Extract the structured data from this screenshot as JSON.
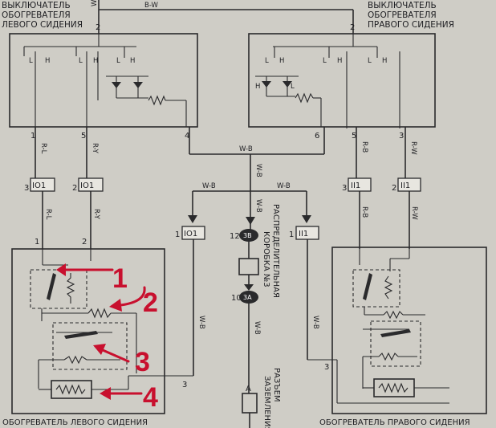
{
  "top_wires": {
    "left": "W",
    "right": "B-W"
  },
  "left_switch": {
    "title_l1": "ВЫКЛЮЧАТЕЛЬ",
    "title_l2": "ОБОГРЕВАТЕЛЯ",
    "title_l3": "ЛЕВОГО СИДЕНИЯ"
  },
  "right_switch": {
    "title_l1": "ВЫКЛЮЧАТЕЛЬ",
    "title_l2": "ОБОГРЕВАТЕЛЯ",
    "title_l3": "ПРАВОГО СИДЕНИЯ"
  },
  "switch_labels": {
    "L": "L",
    "H": "H"
  },
  "pins": {
    "p1": "1",
    "p2": "2",
    "p3": "3",
    "p4": "4",
    "p5": "5",
    "p6": "6"
  },
  "wires": {
    "rl": "R-L",
    "ry": "R-Y",
    "wb": "W-B",
    "rb": "R-B",
    "rw": "R-W"
  },
  "connectors": {
    "io1": "IO1",
    "ii1": "II1"
  },
  "junction": {
    "label_l1": "РАСПРЕДЕЛИТЕЛЬНАЯ",
    "label_l2": "КОРОБКА №3",
    "c3b": "3B",
    "c3a": "3A",
    "n12": "12",
    "n10": "10"
  },
  "ground": {
    "pin": "A",
    "label_l1": "РАЗЪЕМ",
    "label_l2": "ЗАЗЕМЛЕНИЯ"
  },
  "left_heater": {
    "title": "ОБОГРЕВАТЕЛЬ ЛЕВОГО СИДЕНИЯ"
  },
  "right_heater": {
    "title": "ОБОГРЕВАТЕЛЬ ПРАВОГО СИДЕНИЯ"
  },
  "annotations": [
    "1",
    "2",
    "3",
    "4"
  ]
}
